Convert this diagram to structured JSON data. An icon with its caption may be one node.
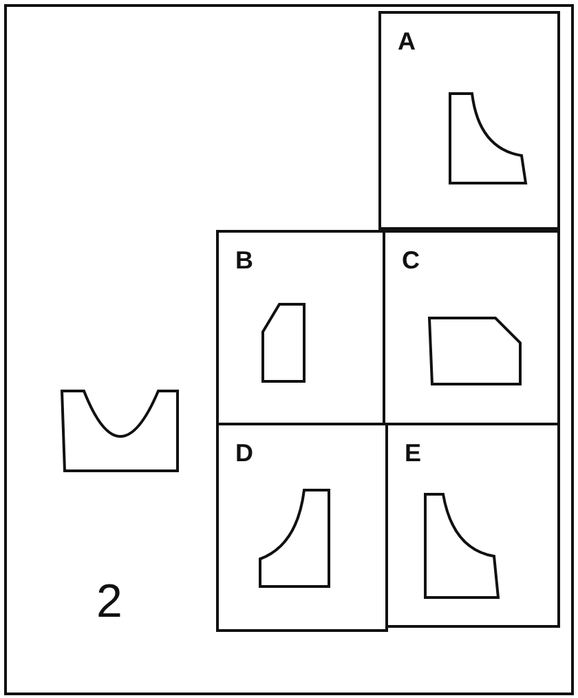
{
  "diagram": {
    "nodes": [
      {
        "text": [
          "A"
        ]
      },
      {
        "text": [
          "B"
        ]
      },
      {
        "text": [
          "C"
        ]
      },
      {
        "text": [
          "D"
        ]
      },
      {
        "text": [
          "E"
        ]
      }
    ],
    "labels": [
      "2"
    ]
  }
}
